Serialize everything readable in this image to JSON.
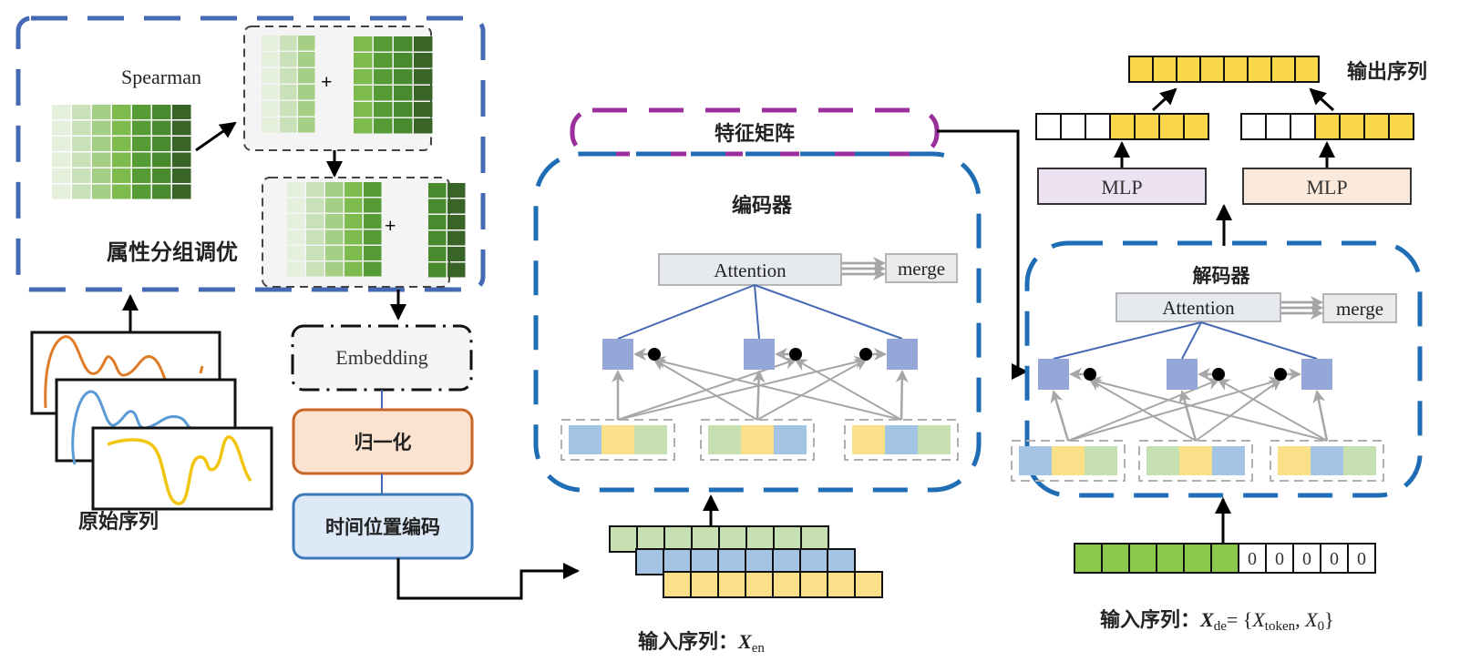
{
  "preprocess": {
    "group_title": "属性分组调优",
    "spearman_label": "Spearman",
    "plus_sign": "+",
    "raw_series_label": "原始序列",
    "embedding_label": "Embedding",
    "normalize_label": "归一化",
    "time_pos_label": "时间位置编码",
    "heatmap_colors": [
      "#e4efdc",
      "#c9e1b8",
      "#a5cf85",
      "#7dbb4e",
      "#559c34",
      "#4a8a2e",
      "#386427"
    ],
    "series_colors": [
      "#e07b27",
      "#5b9bd5",
      "#f2c511"
    ]
  },
  "feature_matrix": {
    "label": "特征矩阵",
    "border_color": "#9b2f9b"
  },
  "encoder": {
    "title": "编码器",
    "attention_label": "Attention",
    "merge_label": "merge",
    "token_groups": [
      [
        "blue",
        "yellow",
        "green"
      ],
      [
        "green",
        "yellow",
        "blue"
      ],
      [
        "yellow",
        "blue",
        "green"
      ]
    ],
    "input_label_prefix": "输入序列：",
    "input_var": "X",
    "input_sub": "en",
    "input_rows": [
      "green",
      "blue",
      "yellow"
    ],
    "cells_per_row": 8
  },
  "decoder": {
    "title": "解码器",
    "attention_label": "Attention",
    "merge_label": "merge",
    "token_groups": [
      [
        "blue",
        "yellow",
        "green"
      ],
      [
        "green",
        "yellow",
        "blue"
      ],
      [
        "yellow",
        "blue",
        "green"
      ]
    ],
    "input_token_cells": 6,
    "input_zero_cells": [
      "0",
      "0",
      "0",
      "0",
      "0"
    ],
    "input_label_prefix": "输入序列：",
    "input_var": "X",
    "input_sub": "de",
    "input_eq": "= {",
    "token_var": "X",
    "token_sub": "token",
    "comma": ", ",
    "zero_var": "X",
    "zero_sub": "0",
    "close_brace": "}"
  },
  "output": {
    "label": "输出序列",
    "cells": 8,
    "branch_empty": 3,
    "branch_filled": 4,
    "mlp_left": "MLP",
    "mlp_right": "MLP"
  },
  "palette": {
    "blue": "#a4c4e6",
    "yellow": "#fbe08a",
    "green": "#c6e0b2",
    "out_yellow": "#f9d64a",
    "dec_green": "#8cc84b",
    "node": "#95a6d8",
    "outer_dash": "#4669b5",
    "coder_dash": "#1f6db5"
  }
}
